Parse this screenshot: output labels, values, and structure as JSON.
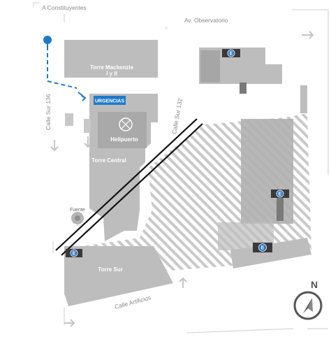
{
  "streets": {
    "top_left": "A Constituyentes",
    "top": "Av. Observatorio",
    "left": "Calle Sur 136",
    "diagonal": "Calle Sur 132",
    "bottom": "Calle Artificios"
  },
  "buildings": {
    "mackenzie": "Torre Mackenzie\nI y II",
    "heliport": "Helipuerto",
    "central": "Torre Central",
    "sur": "Torre Sur",
    "fountain": "Fuente"
  },
  "markers": {
    "emergency": "URGENCIAS",
    "parking_letter": "E"
  },
  "compass": {
    "letter": "N"
  },
  "colors": {
    "building_gray": "#bdbdbd",
    "building_dark": "#a4a4a4",
    "route_blue": "#1e7ac9",
    "emergency_blue": "#1e7ac9",
    "parking_blue": "#2a73c2",
    "hatch_gray": "#c9c9c9",
    "road_line": "#d6d6d6",
    "line_black": "#111111"
  }
}
